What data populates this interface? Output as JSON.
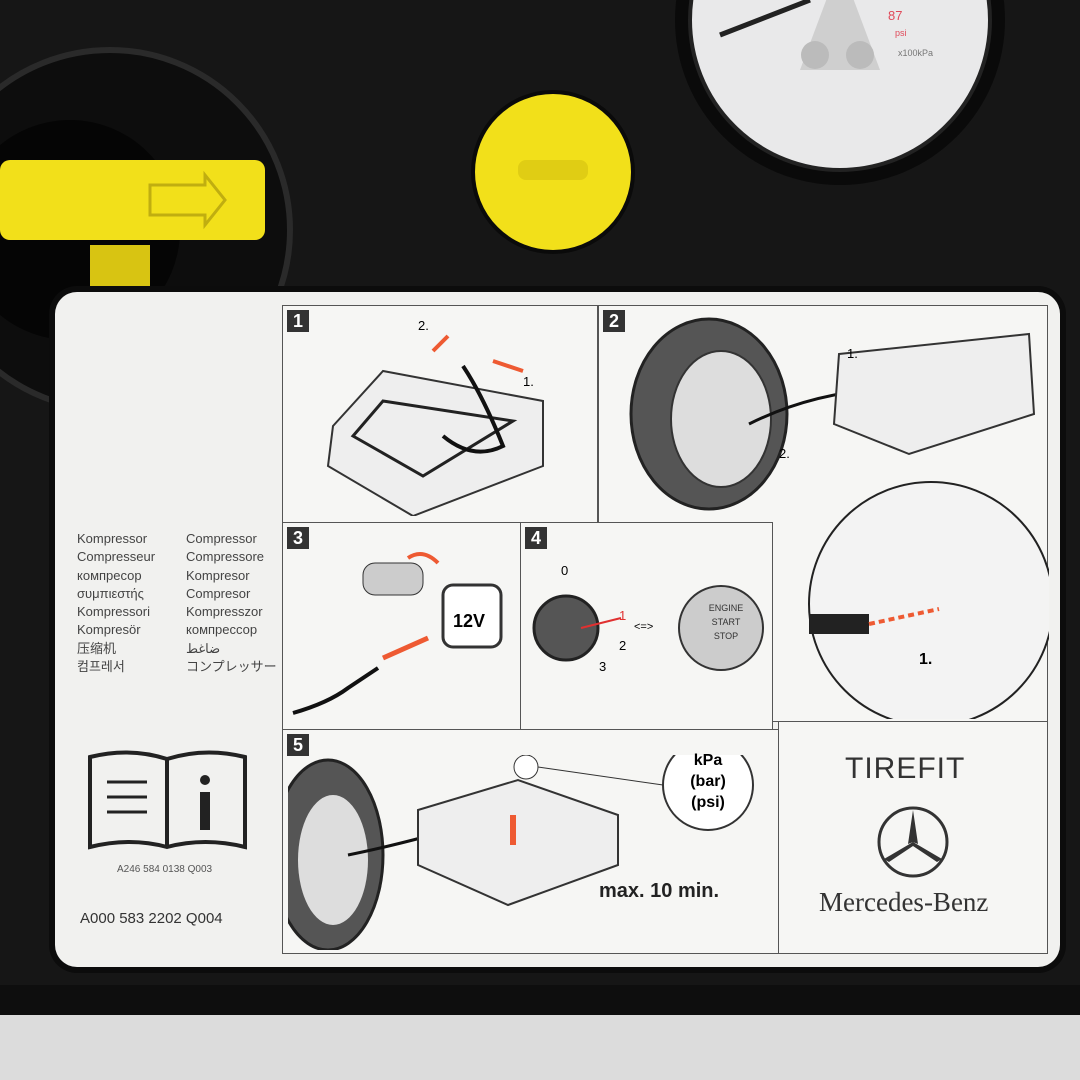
{
  "label": {
    "languages_left": [
      "Kompressor",
      "Compresseur",
      "компресор",
      "συμπιεστής",
      "Kompressori",
      "Kompresör",
      "压缩机",
      "컴프레서"
    ],
    "languages_right": [
      "Compressor",
      "Compressore",
      "Kompresor",
      "Compresor",
      "Kompresszor",
      "компрессор",
      "ضاغط",
      "コンプレッサー"
    ],
    "manual_part_number": "A246 584 0138 Q003",
    "part_number": "A000 583 2202 Q004",
    "steps": [
      {
        "number": "1",
        "callouts": [
          "2.",
          "1."
        ]
      },
      {
        "number": "2",
        "callouts": [
          "1.",
          "2.",
          "1."
        ]
      },
      {
        "number": "3",
        "voltage": "12V"
      },
      {
        "number": "4",
        "positions": [
          "0",
          "1",
          "2",
          "3"
        ],
        "arrow": "<=>",
        "button_lines": [
          "ENGINE",
          "START",
          "STOP"
        ]
      },
      {
        "number": "5",
        "units": [
          "kPa",
          "(bar)",
          "(psi)"
        ],
        "duration": "max. 10 min."
      }
    ],
    "product_name": "TIREFIT",
    "brand": "Mercedes-Benz"
  },
  "gauge": {
    "readings": [
      "87",
      "psi",
      "x100kPa"
    ]
  },
  "colors": {
    "housing": "#141414",
    "yellow": "#f2e01a",
    "label": "#f1f1ef",
    "arrow": "#ee5a32"
  }
}
